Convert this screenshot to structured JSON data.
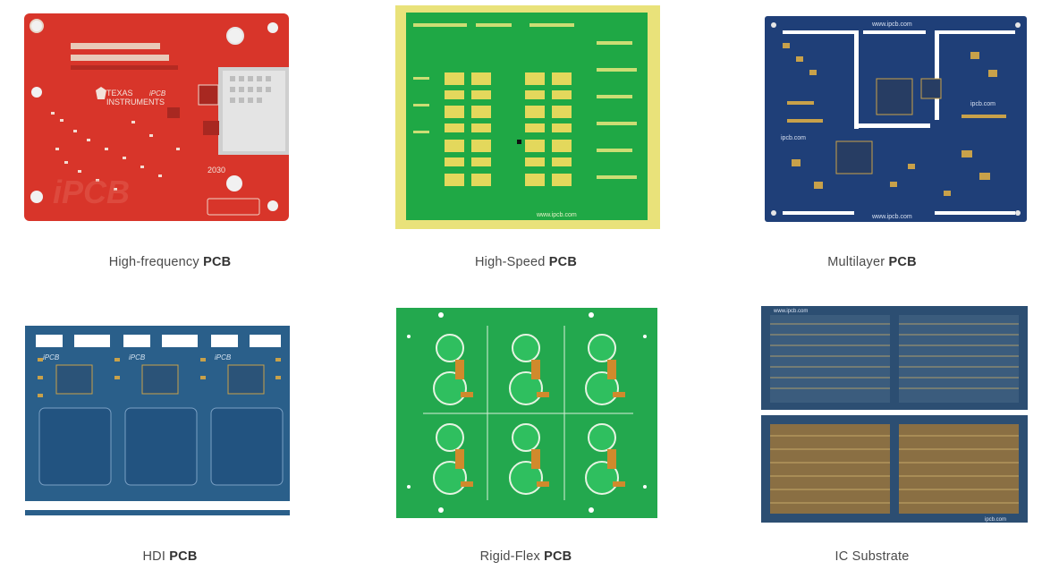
{
  "products": [
    {
      "name": "High-frequency",
      "suffix": "PCB",
      "image_icon": "red-pcb-board-image"
    },
    {
      "name": "High-Speed",
      "suffix": "PCB",
      "image_icon": "green-yellow-pcb-board-image"
    },
    {
      "name": "Multilayer",
      "suffix": "PCB",
      "image_icon": "blue-pcb-board-image"
    },
    {
      "name": "HDI",
      "suffix": "PCB",
      "image_icon": "blue-hdi-pcb-panel-image"
    },
    {
      "name": "Rigid-Flex",
      "suffix": "PCB",
      "image_icon": "green-rigid-flex-panel-image"
    },
    {
      "name": "IC Substrate",
      "suffix": "",
      "image_icon": "ic-substrate-panel-image"
    }
  ],
  "board_text": {
    "ti_line1": "TEXAS",
    "ti_line2": "INSTRUMENTS",
    "ipcb": "iPCB",
    "code": "2030",
    "ipcb_url": "www.ipcb.com",
    "ipcb_short": "ipcb.com"
  },
  "colors": {
    "red_board": "#d8352a",
    "green_board": "#1fa845",
    "yellow_edge": "#e9e27a",
    "blue_board": "#1f3f78",
    "hdi_board": "#2a5f8a",
    "flex_board": "#23a84e",
    "substrate_board": "#2c4e72",
    "gold": "#c8a14a"
  }
}
